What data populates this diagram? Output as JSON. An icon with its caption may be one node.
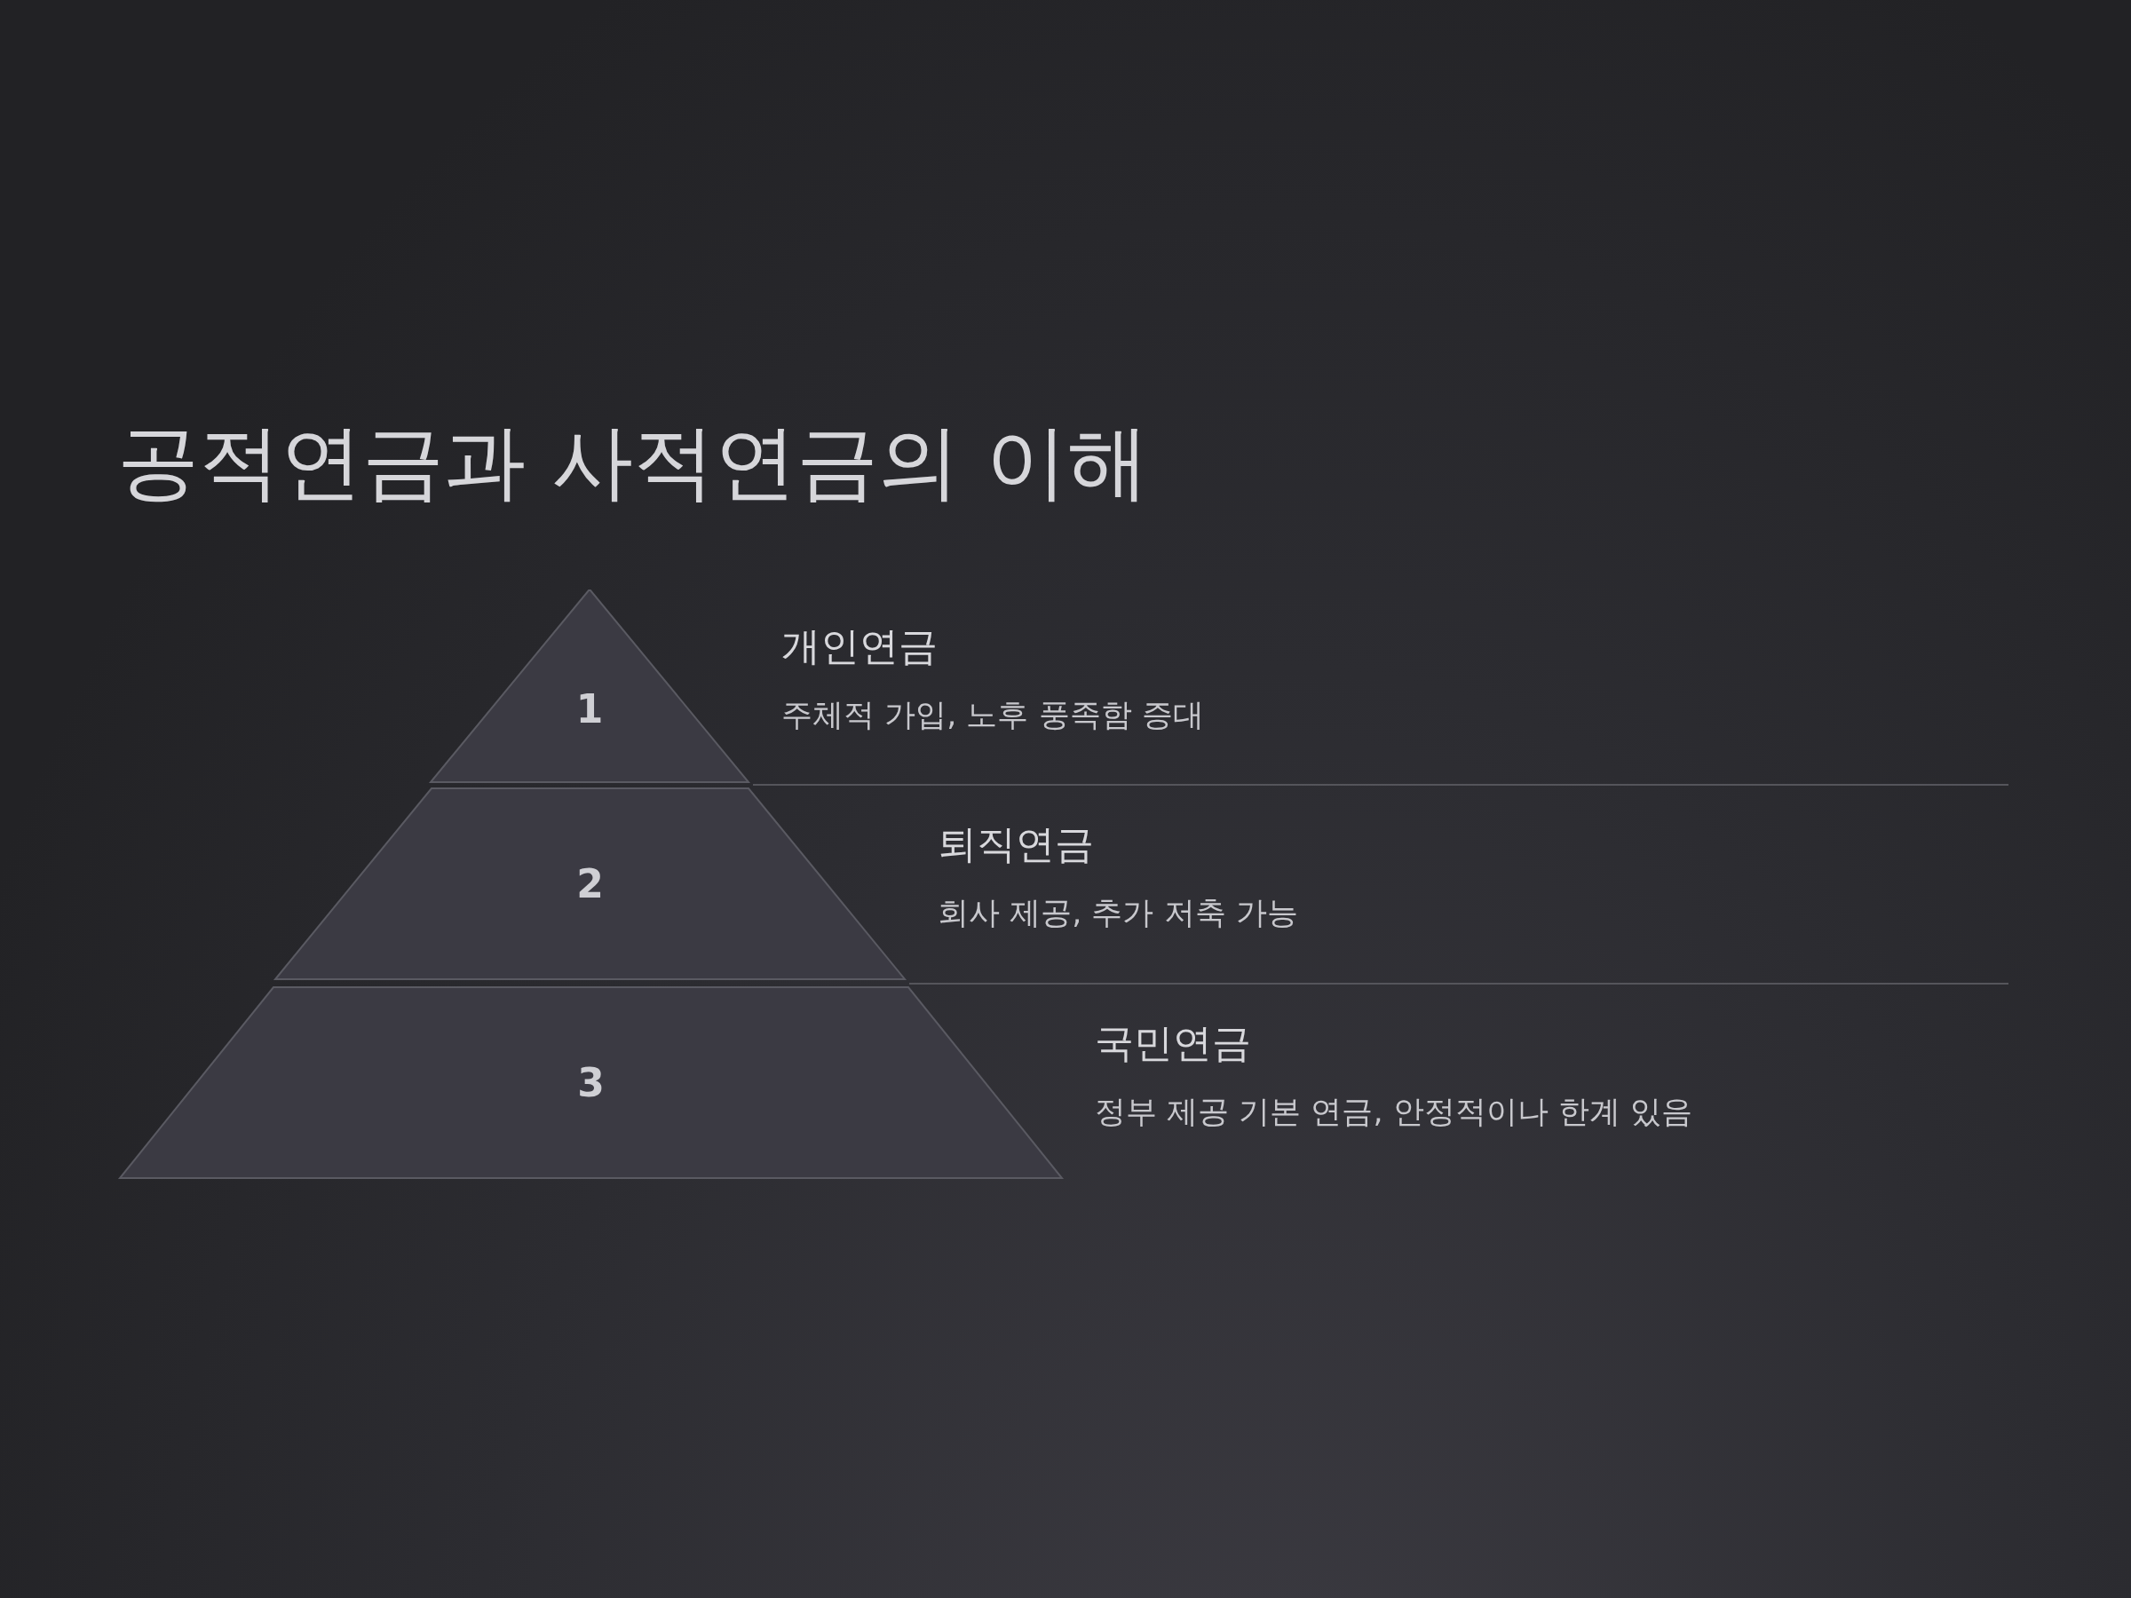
{
  "diagram": {
    "title": "공적연금과 사적연금의 이해",
    "nodes": [
      {
        "text": [
          "1"
        ],
        "beside": [
          "개인연금",
          "주체적 가입, 노후 풍족함 증대"
        ]
      },
      {
        "text": [
          "2"
        ],
        "beside": [
          "퇴직연금",
          "회사 제공, 추가 저축 가능"
        ]
      },
      {
        "text": [
          "3"
        ],
        "beside": [
          "국민연금",
          "정부 제공 기본 연금, 안정적이나 한계 있음"
        ]
      }
    ],
    "edges": []
  }
}
